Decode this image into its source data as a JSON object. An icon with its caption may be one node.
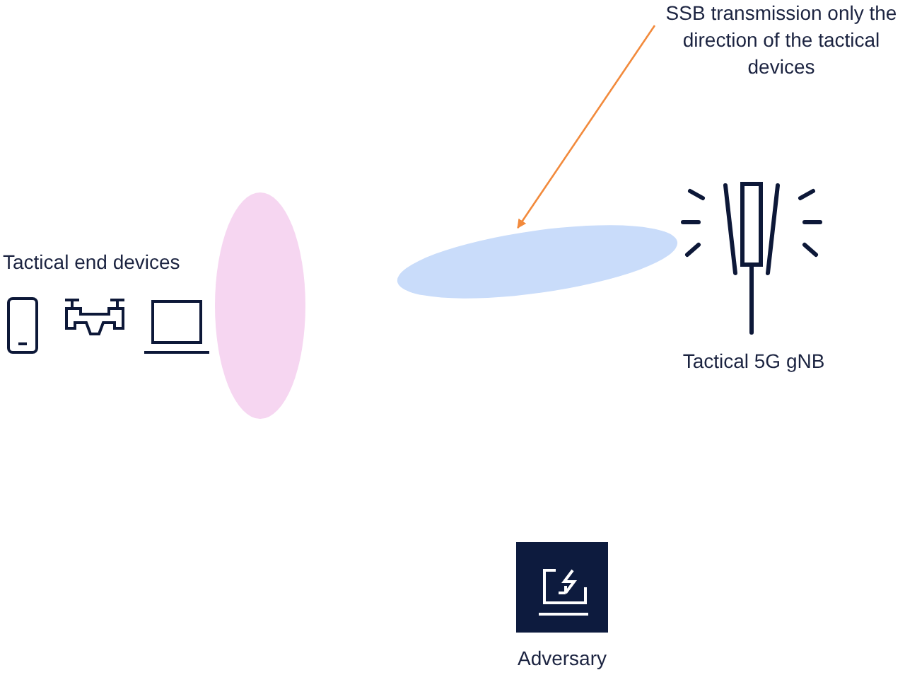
{
  "diagram": {
    "nodes": [
      {
        "text": [
          "SSB transmission only the direction of the tactical devices"
        ]
      },
      {
        "text": [
          "Tactical end devices"
        ]
      },
      {
        "text": [],
        "shape": "ellipse"
      },
      {
        "text": [],
        "shape": "ellipse"
      },
      {
        "text": [
          "Tactical 5G gNB"
        ]
      },
      {
        "text": [
          "Adversary"
        ]
      }
    ],
    "edges": [
      {
        "from": 0,
        "to": 3,
        "arrow": "to",
        "color": "#f28a3c"
      }
    ]
  }
}
